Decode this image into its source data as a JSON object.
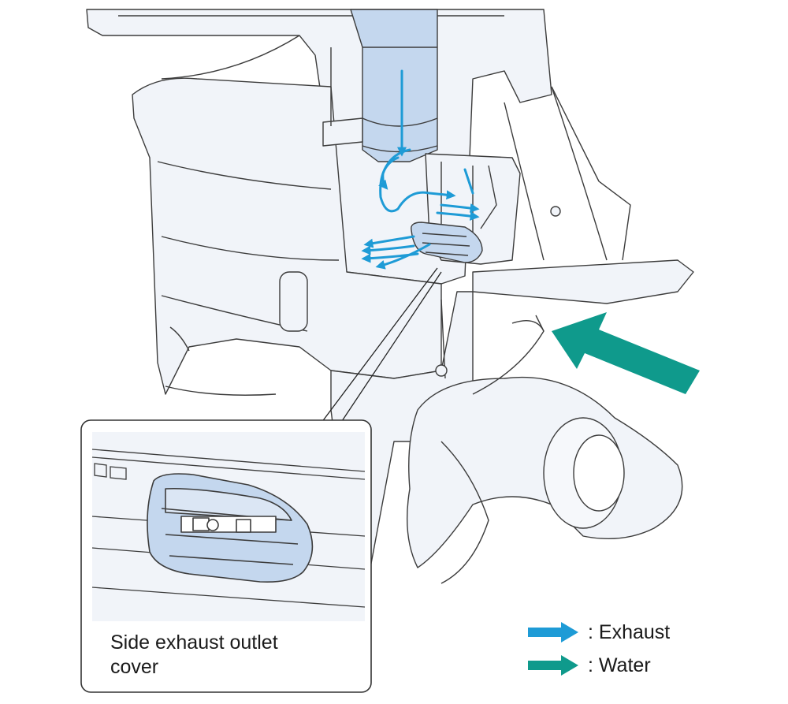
{
  "inset": {
    "caption_line1": "Side exhaust outlet",
    "caption_line2": "cover"
  },
  "legend": {
    "exhaust_label": ": Exhaust",
    "water_label": ": Water"
  },
  "colors": {
    "exhaust": "#1e9bd6",
    "water": "#0f9a8c",
    "part_fill": "#c4d7ee",
    "body_fill": "#f1f4f9",
    "outline": "#3c3c3c"
  }
}
